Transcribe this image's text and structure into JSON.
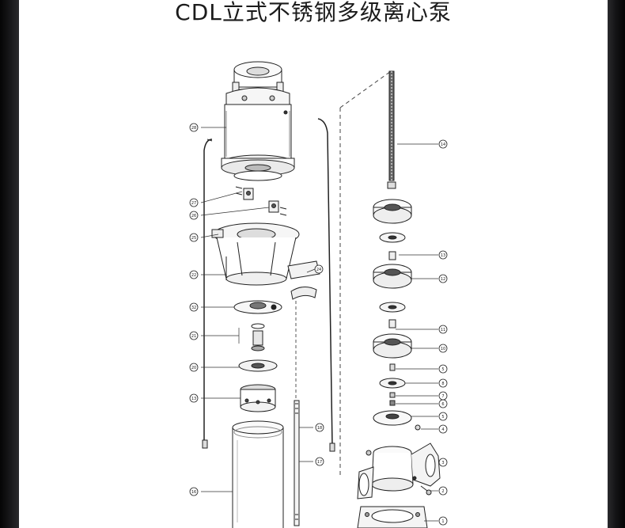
{
  "title": "CDL立式不锈钢多级离心泵",
  "left_callouts": [
    "28",
    "27",
    "26",
    "25",
    "22",
    "32",
    "21",
    "20",
    "13",
    "16"
  ],
  "right_callouts": [
    "14",
    "13",
    "12",
    "11",
    "10",
    "5",
    "8",
    "7",
    "6",
    "5",
    "4",
    "3",
    "2",
    "1"
  ],
  "center_callouts": [
    "24",
    "18",
    "17"
  ]
}
